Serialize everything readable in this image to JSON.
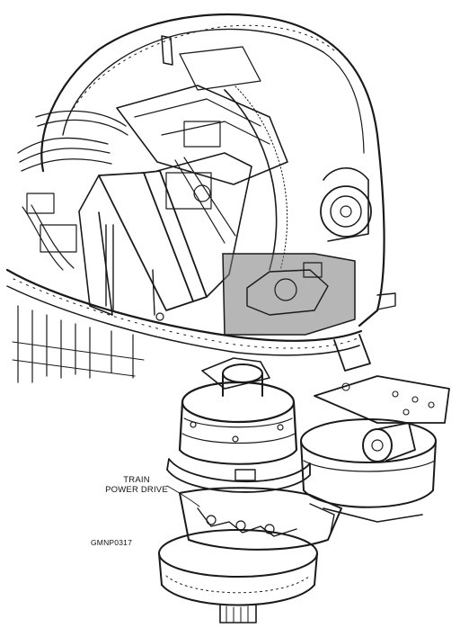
{
  "labels": {
    "train_power_drive": [
      "TRAIN",
      "POWER DRIVE"
    ],
    "figure_code": "GMNP0317"
  },
  "colors": {
    "ink": "#1a1a1a",
    "paper": "#ffffff",
    "highlight_box": "#7a7a7a"
  }
}
